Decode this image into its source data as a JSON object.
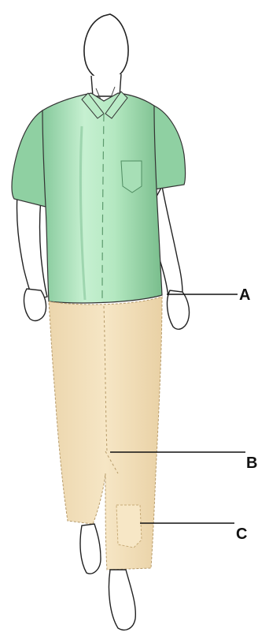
{
  "figure": {
    "colors": {
      "shirt": "#a9e3b9",
      "shirt_shadow": "#7fbf93",
      "pants": "#f2dfb8",
      "pants_shadow": "#e6cfa2",
      "outline": "#222222",
      "skin": "#ffffff"
    },
    "callouts": [
      {
        "id": "A",
        "label": "A"
      },
      {
        "id": "B",
        "label": "B"
      },
      {
        "id": "C",
        "label": "C"
      }
    ]
  }
}
